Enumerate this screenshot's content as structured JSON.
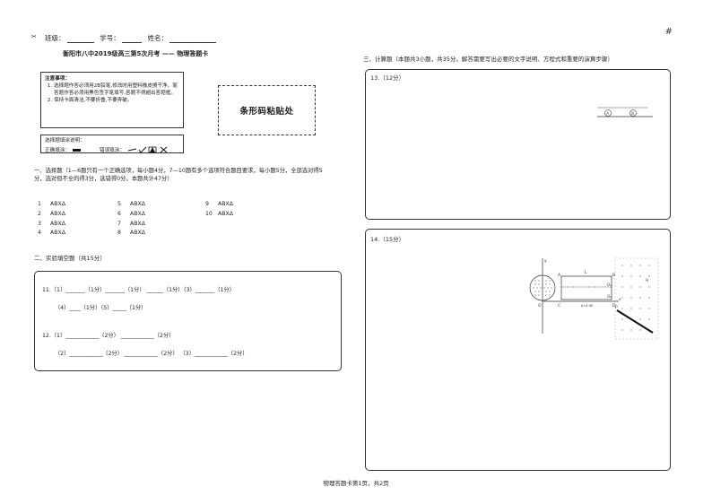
{
  "page": {
    "hash_mark": "#",
    "scissor": "✂",
    "header": {
      "class_label": "班级：",
      "id_label": "学号：",
      "name_label": "姓名："
    },
    "subtitle": "衡阳市八中2019级高三第5次月考 —— 物理答题卡"
  },
  "notice": {
    "title": "注意事项：",
    "items": [
      "选择题作答必须用2B铅笔,修改时用塑料橡皮擦干净。笔答题作答必须用黑色签字笔填写,答题不得超出答题框。",
      "保持卡面清洁,不要折叠,不要弄破。"
    ]
  },
  "barcode": {
    "label": "条形码粘贴处"
  },
  "fill_example": {
    "title": "选择题填涂说明：",
    "correct": "正确填涂：",
    "wrong": "错误填涂："
  },
  "section1": {
    "title": "一、选择题（1—6题只有一个正确选项，每小题4分，7—10题有多个选项符合题目要求，每小题5分，全部选对得5分，选对但不全的得3分，选错得0分。本题共计47分）",
    "choices": [
      {
        "num": "1",
        "opts": "ABXΔ"
      },
      {
        "num": "2",
        "opts": "ABXΔ"
      },
      {
        "num": "3",
        "opts": "ABXΔ"
      },
      {
        "num": "4",
        "opts": "ABXΔ"
      },
      {
        "num": "5",
        "opts": "ABXΔ"
      },
      {
        "num": "6",
        "opts": "ABXΔ"
      },
      {
        "num": "7",
        "opts": "ABXΔ"
      },
      {
        "num": "8",
        "opts": "ABXΔ"
      },
      {
        "num": "9",
        "opts": "ABXΔ"
      },
      {
        "num": "10",
        "opts": "ABXΔ"
      }
    ]
  },
  "section2": {
    "title": "二、实验填空题（共15分）",
    "q11_line1": "11.（1）_______（1分）_______（1分）      ______（1分）（3）_______（1分）",
    "q11_line2": "（4）____（1分）（5）_____（1分）",
    "q12_line1": "12.（1）____________（2分）      ____________（2分）",
    "q12_line2": "（2）____________（2分）      ____________（2分）      （3）____________（2分）"
  },
  "section3": {
    "title": "三、计算题（本题共3小题，共35分。解答需要写出必要的文字说明、方程式和重要的演算步骤）",
    "q13": "13.（12分）",
    "q14": "14.（15分）",
    "fig13_labels": [
      "A",
      "B"
    ],
    "fig14_labels": [
      "y",
      "A",
      "B",
      "L",
      "O",
      "x",
      "C",
      "D",
      "O₁",
      "O₂",
      "P",
      "H",
      "b=4.5E"
    ]
  },
  "footer": "物理答题卡第1页，共2页"
}
